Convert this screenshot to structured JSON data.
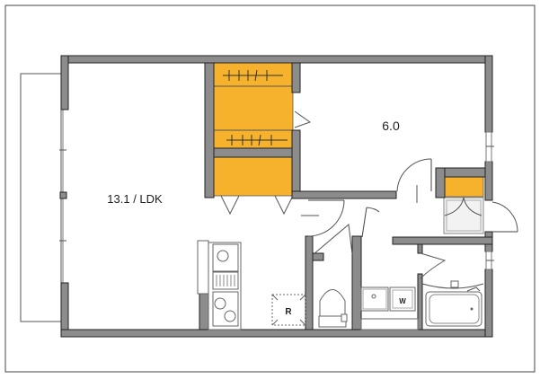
{
  "floorplan": {
    "rooms": {
      "ldk_label": "13.1 / LDK",
      "bedroom_label": "6.0"
    },
    "fixtures": {
      "refrigerator_label": "R",
      "washer_label": "W"
    },
    "colors": {
      "wall": "#8c8c8c",
      "storage": "#f6b12d",
      "background": "#ffffff"
    }
  }
}
